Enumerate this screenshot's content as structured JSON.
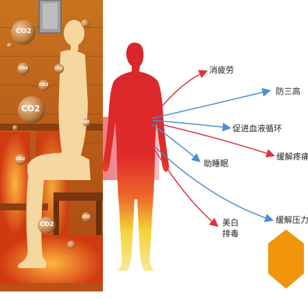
{
  "left_panel": {
    "co2_text": [
      "CO2",
      "CO2",
      "CO2",
      "CO2",
      "CO2",
      "CO2",
      "CO2",
      "CO2",
      "CO2"
    ]
  },
  "benefits": [
    {
      "label": "消疲劳"
    },
    {
      "label": "防三高"
    },
    {
      "label": "促进血液循环"
    },
    {
      "label": "缓解疼痛"
    },
    {
      "label": "助睡眠"
    },
    {
      "label": "美白排毒"
    },
    {
      "label": "缓解压力"
    }
  ],
  "colors": {
    "arrow_red": "#d9343f",
    "arrow_blue": "#4a8fd0",
    "body_red": "#d8262c",
    "body_yellow": "#f3e233",
    "hexagon": "#f0950c",
    "wood": "#c2651e",
    "silhouette": "#f5d7a0"
  }
}
